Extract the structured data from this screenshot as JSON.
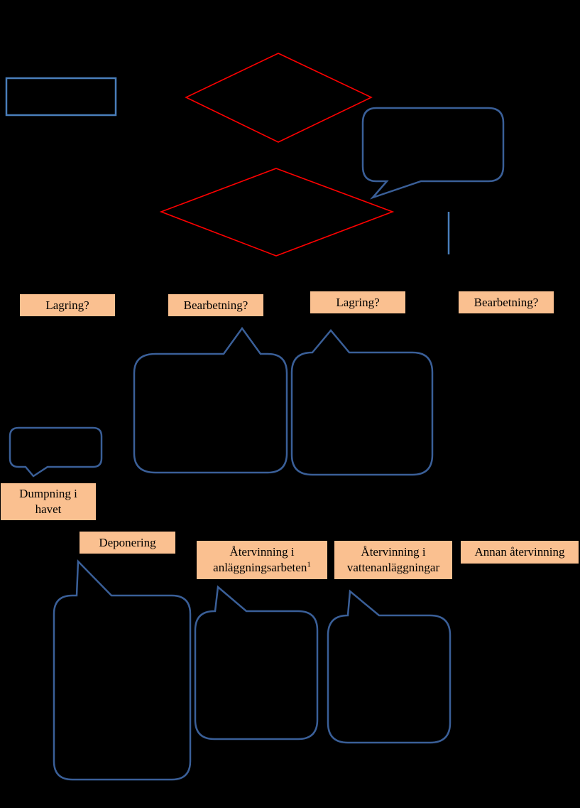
{
  "colors": {
    "background": "#000000",
    "box_fill": "#fac090",
    "diamond_stroke": "#ff0000",
    "callout_stroke": "#3a5f98",
    "rect_stroke": "#4a7ebb"
  },
  "boxes": {
    "lagring_1": "Lagring?",
    "bearbetning_1": "Bearbetning?",
    "lagring_2": "Lagring?",
    "bearbetning_2": "Bearbetning?",
    "dumpning_line1": "Dumpning i",
    "dumpning_line2": "havet",
    "deponering": "Deponering",
    "atervinning_anl_line1": "Återvinning i",
    "atervinning_anl_line2": "anläggningsarbeten",
    "atervinning_anl_footnote": "1",
    "atervinning_vatten_line1": "Återvinning i",
    "atervinning_vatten_line2": "vattenanläggningar",
    "annan_atervinning": "Annan återvinning"
  }
}
